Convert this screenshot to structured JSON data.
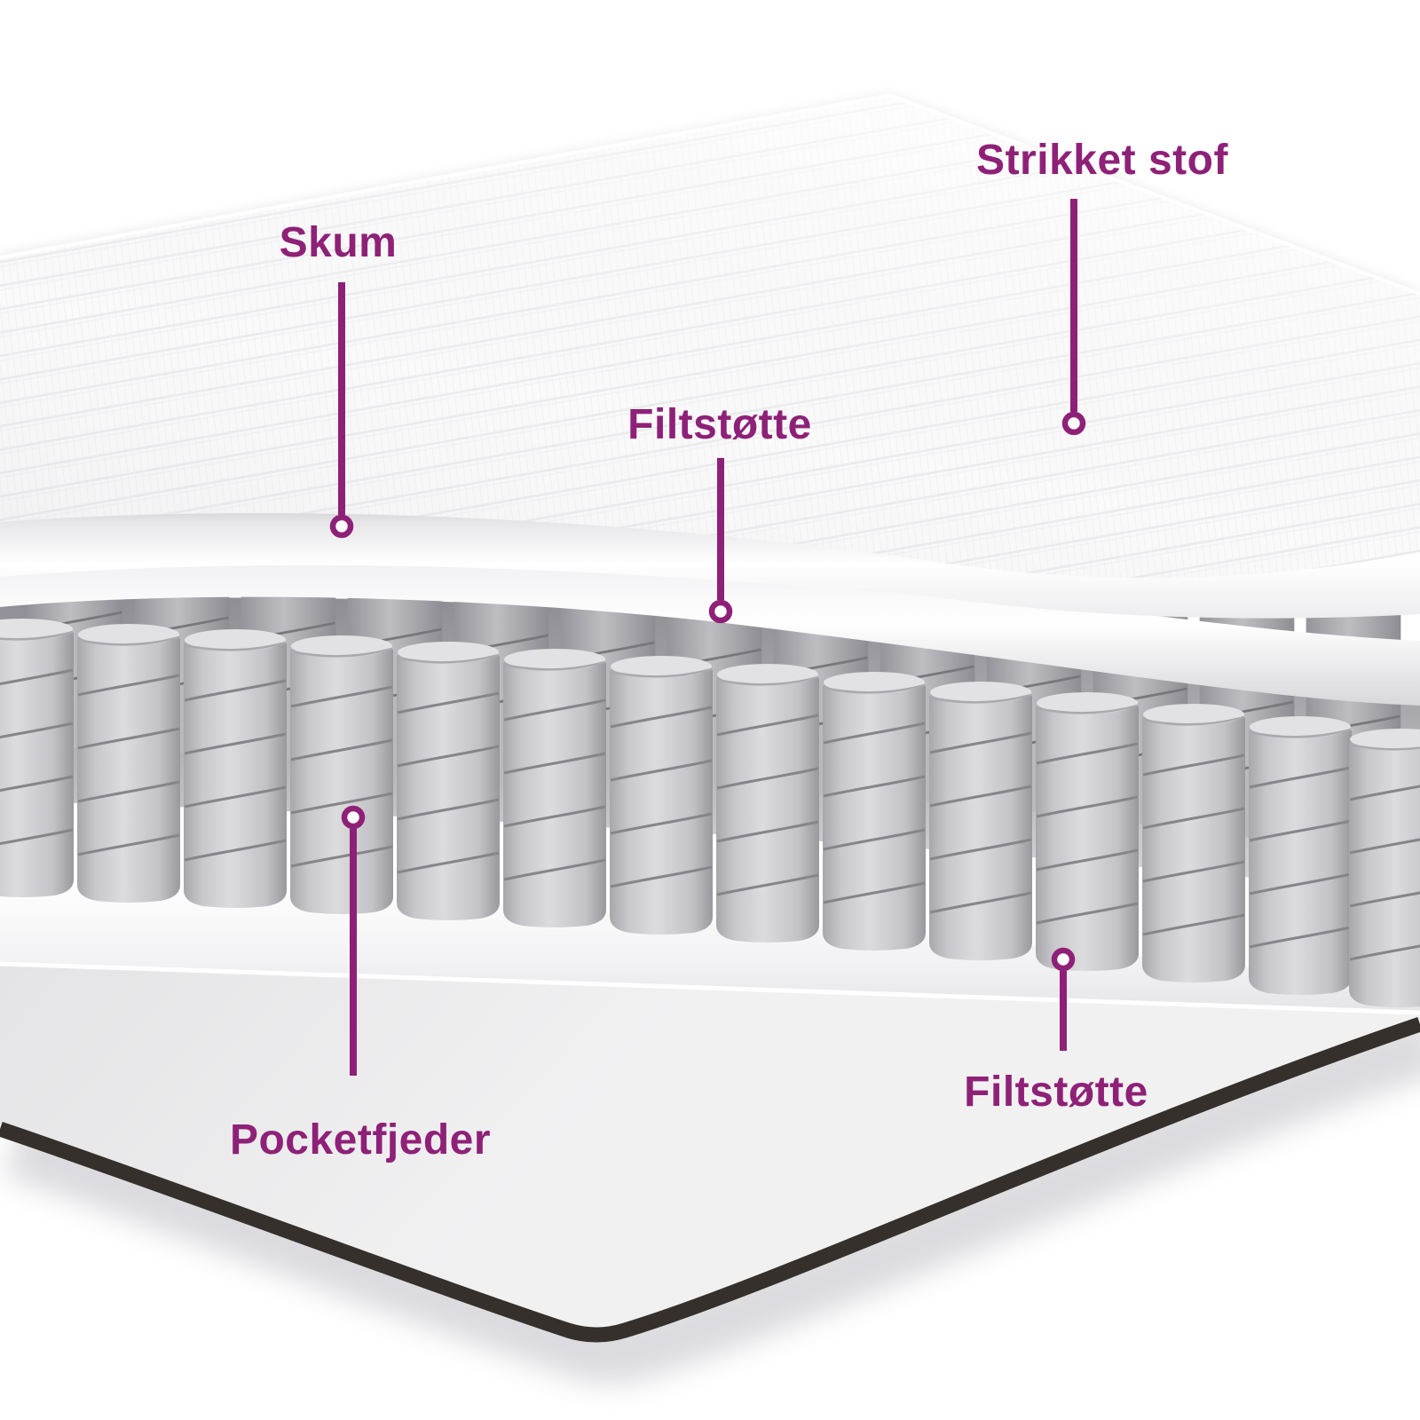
{
  "diagram": {
    "type": "mattress-cross-section",
    "labels": {
      "skum": "Skum",
      "strikket_stof": "Strikket stof",
      "filtstotte_top": "Filtstøtte",
      "pocketfjeder": "Pocketfjeder",
      "filtstotte_bottom": "Filtstøtte"
    },
    "colors": {
      "accent": "#8e2177",
      "background": "#ffffff",
      "fabric": "#fbfbfb",
      "foam": "#f4f4f6",
      "spring_body": "#cdcdd1",
      "spring_line": "#85858a",
      "base": "#e7e7e9",
      "edge_band": "#35302c",
      "callout_dot_fill": "#ffffff"
    }
  }
}
